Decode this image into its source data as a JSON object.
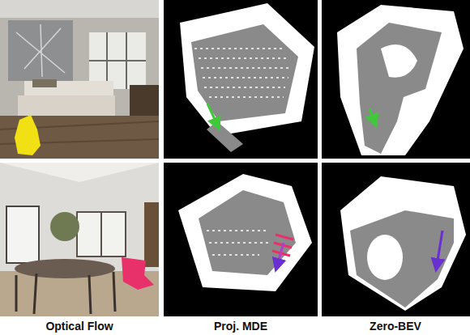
{
  "diagram": {
    "labels": [
      "Optical Flow",
      "Proj. MDE",
      "Zero-BEV"
    ]
  }
}
